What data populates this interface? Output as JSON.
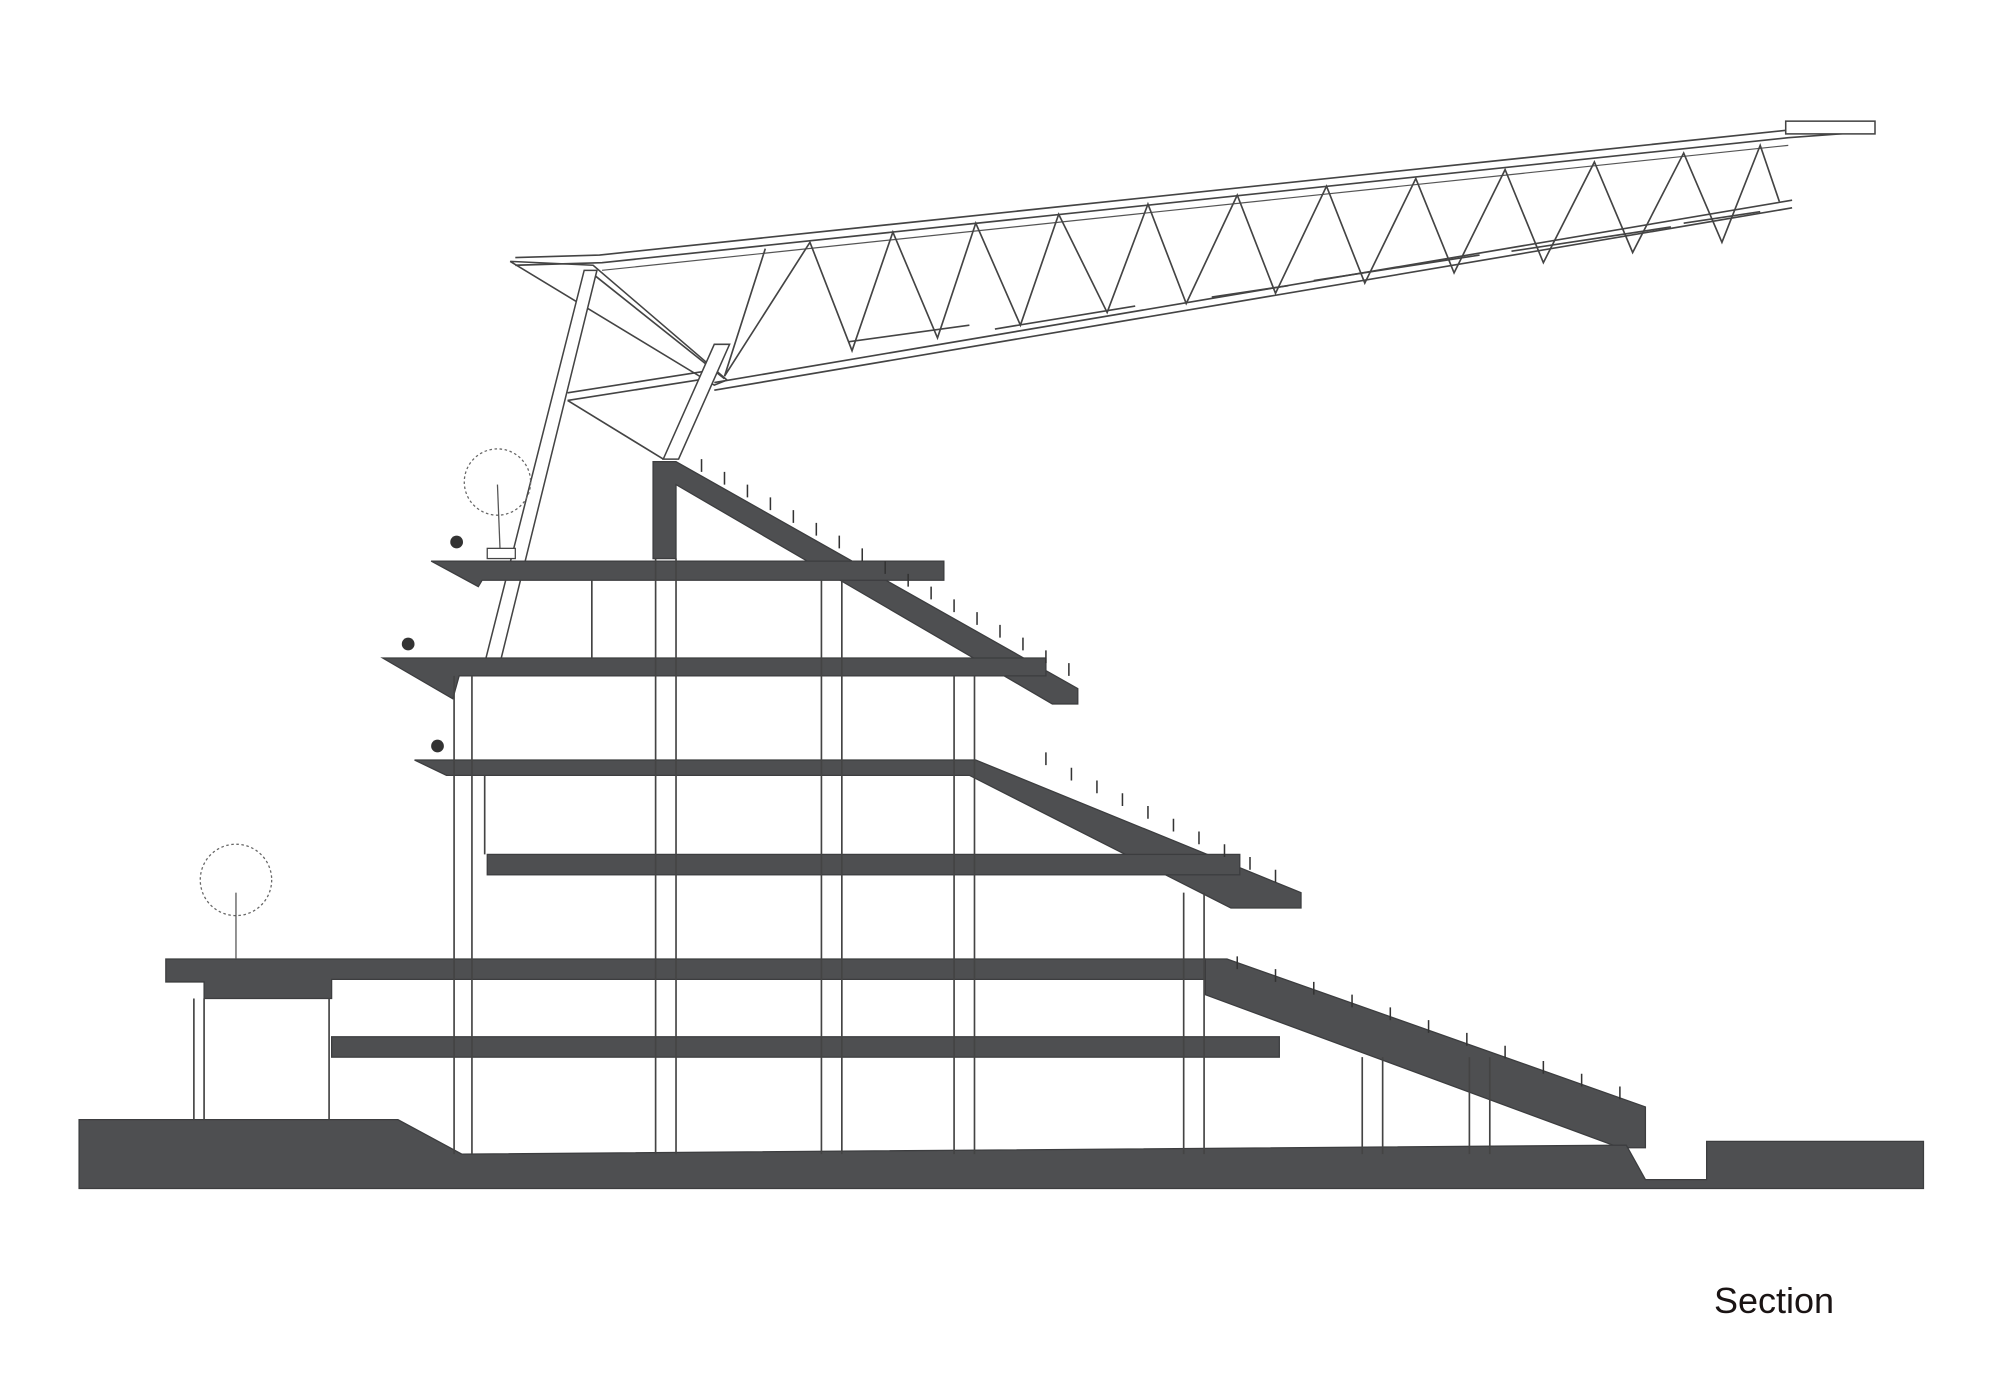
{
  "drawing": {
    "caption": "Section",
    "type": "architectural section",
    "subject": "stadium grandstand with cantilevered roof truss",
    "colors": {
      "slab_fill": "#4e4f51",
      "line": "#444444",
      "background": "#ffffff",
      "caption_text": "#1a1414"
    },
    "elements": {
      "roof": "cantilevered steel truss roof",
      "tiers": [
        "upper seating tier",
        "middle seating tier",
        "lower seating tier"
      ],
      "floors": 6,
      "trees": 2
    }
  }
}
